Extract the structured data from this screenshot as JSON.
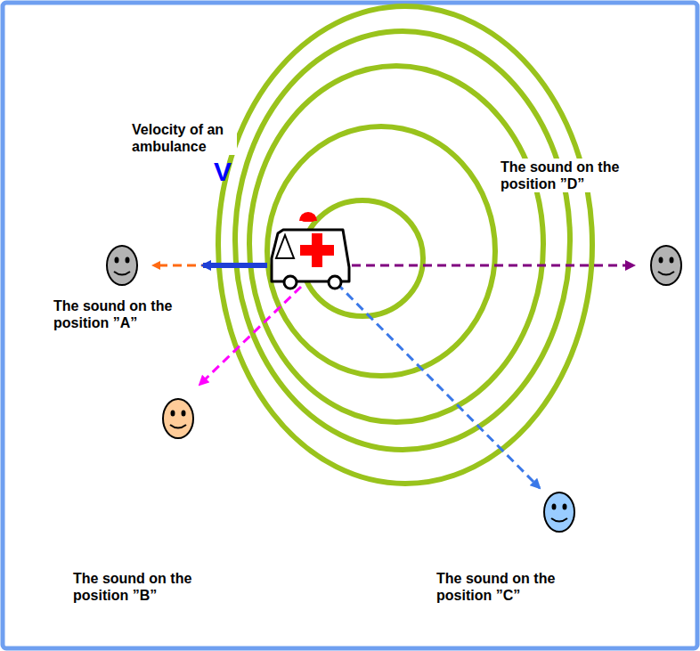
{
  "diagram": {
    "labels": [
      "Velocity of an ambulance",
      "V",
      "The sound on the position ”D”",
      "The sound on the position ”A”",
      "The sound on the position ”B”",
      "The sound on the position ”C”"
    ]
  }
}
